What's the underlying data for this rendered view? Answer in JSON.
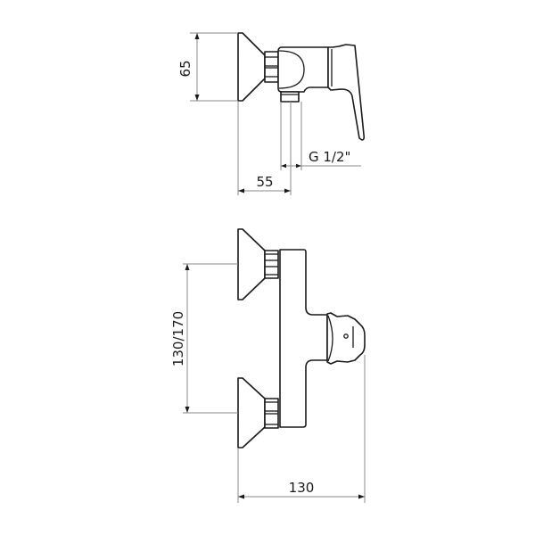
{
  "drawing": {
    "title": "Shower mixer technical drawing",
    "views": [
      {
        "name": "side-view",
        "position": "top"
      },
      {
        "name": "front-view",
        "position": "bottom"
      }
    ],
    "dimensions": {
      "flange_diameter": "65",
      "wall_projection": "55",
      "outlet_thread": "G 1/2\"",
      "inlet_spacing": "130/170",
      "total_width": "130"
    },
    "colors": {
      "outline": "#1a1a1a",
      "dimension_line": "#8a8a8a",
      "background": "#ffffff"
    }
  }
}
